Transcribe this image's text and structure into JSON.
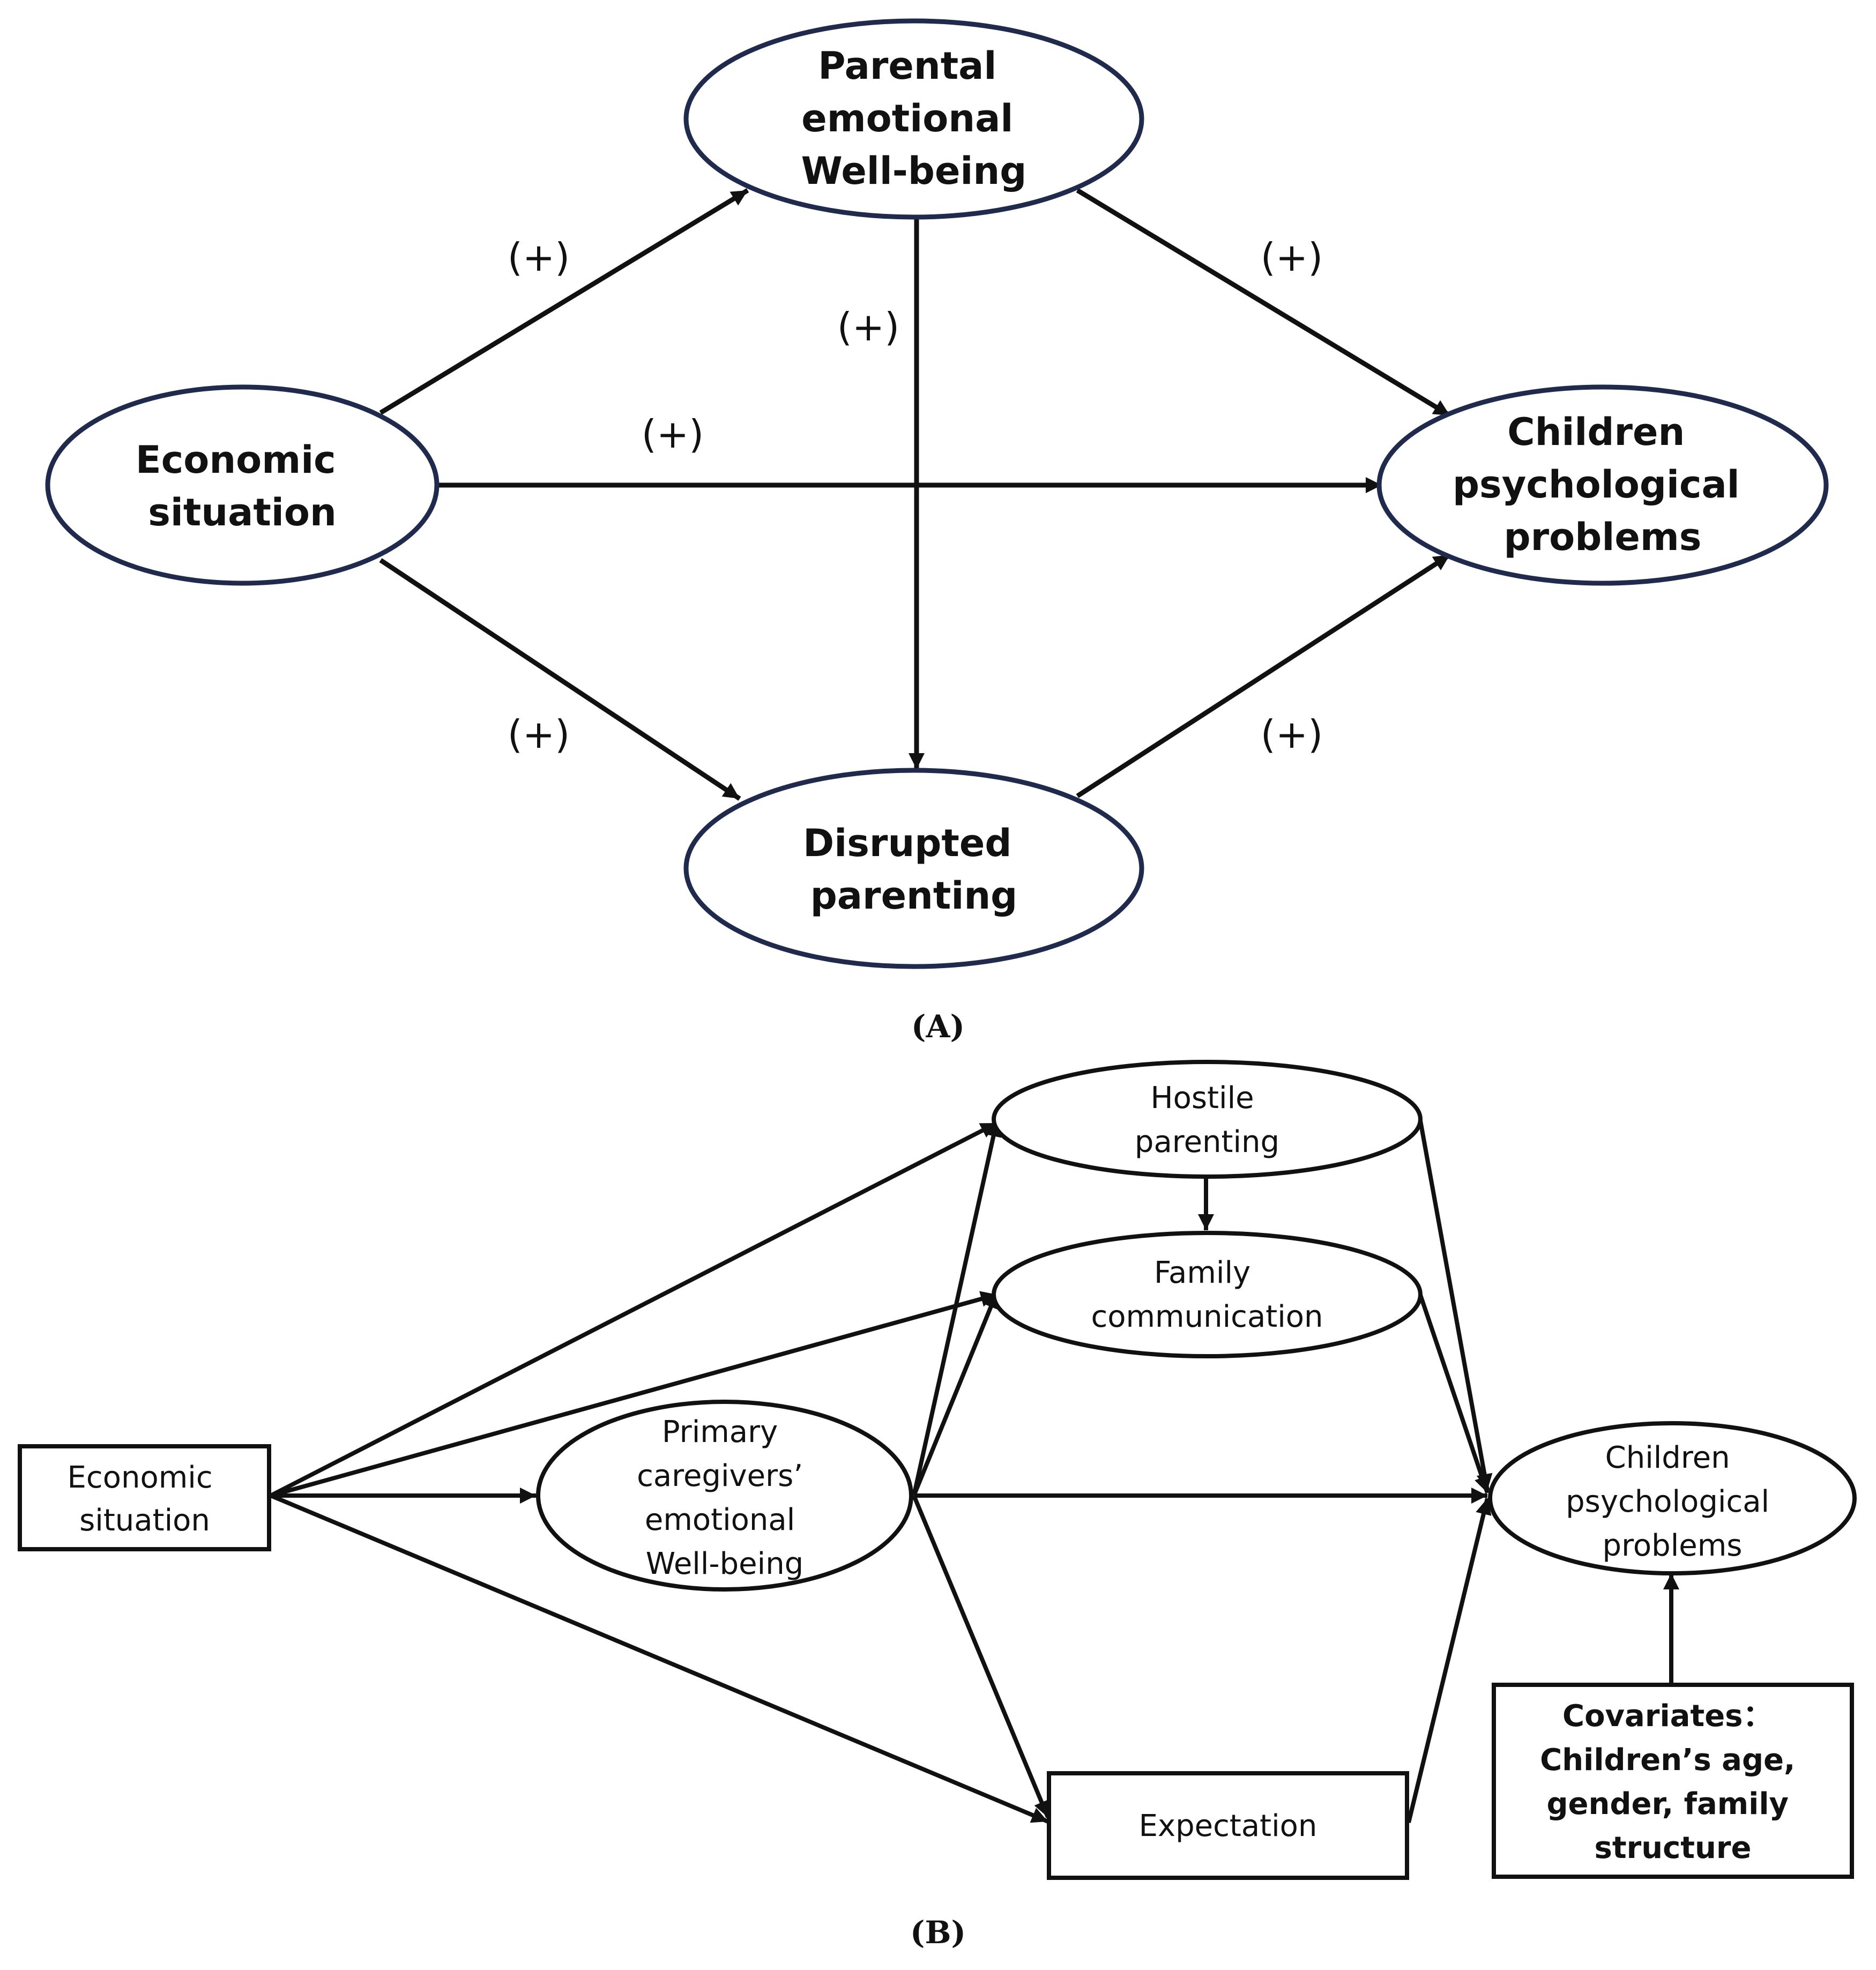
{
  "panel_a": {
    "label": "(A)",
    "nodes": {
      "economic": [
        "Economic",
        "situation"
      ],
      "parental": [
        "Parental",
        "emotional",
        "Well-being"
      ],
      "children": [
        "Children",
        "psychological",
        "problems"
      ],
      "disrupted": [
        "Disrupted",
        "parenting"
      ]
    },
    "signs": {
      "econ_to_parental": "(+)",
      "parental_to_disrupted": "(+)",
      "parental_to_children": "(+)",
      "econ_to_children": "(+)",
      "econ_to_disrupted": "(+)",
      "disrupted_to_children": "(+)"
    }
  },
  "panel_b": {
    "label": "(B)",
    "nodes": {
      "economic": [
        "Economic",
        "situation"
      ],
      "primary": [
        "Primary",
        "caregivers’",
        "emotional",
        "Well-being"
      ],
      "hostile": [
        "Hostile",
        "parenting"
      ],
      "family": [
        "Family",
        "communication"
      ],
      "expectation": [
        "Expectation"
      ],
      "children": [
        "Children",
        "psychological",
        "problems"
      ],
      "covariates": [
        "Covariates：",
        "Children’s age,",
        "gender, family",
        "structure"
      ]
    }
  },
  "colors": {
    "ellipse_stroke_a": "#1f2a4d",
    "line": "#111111"
  }
}
